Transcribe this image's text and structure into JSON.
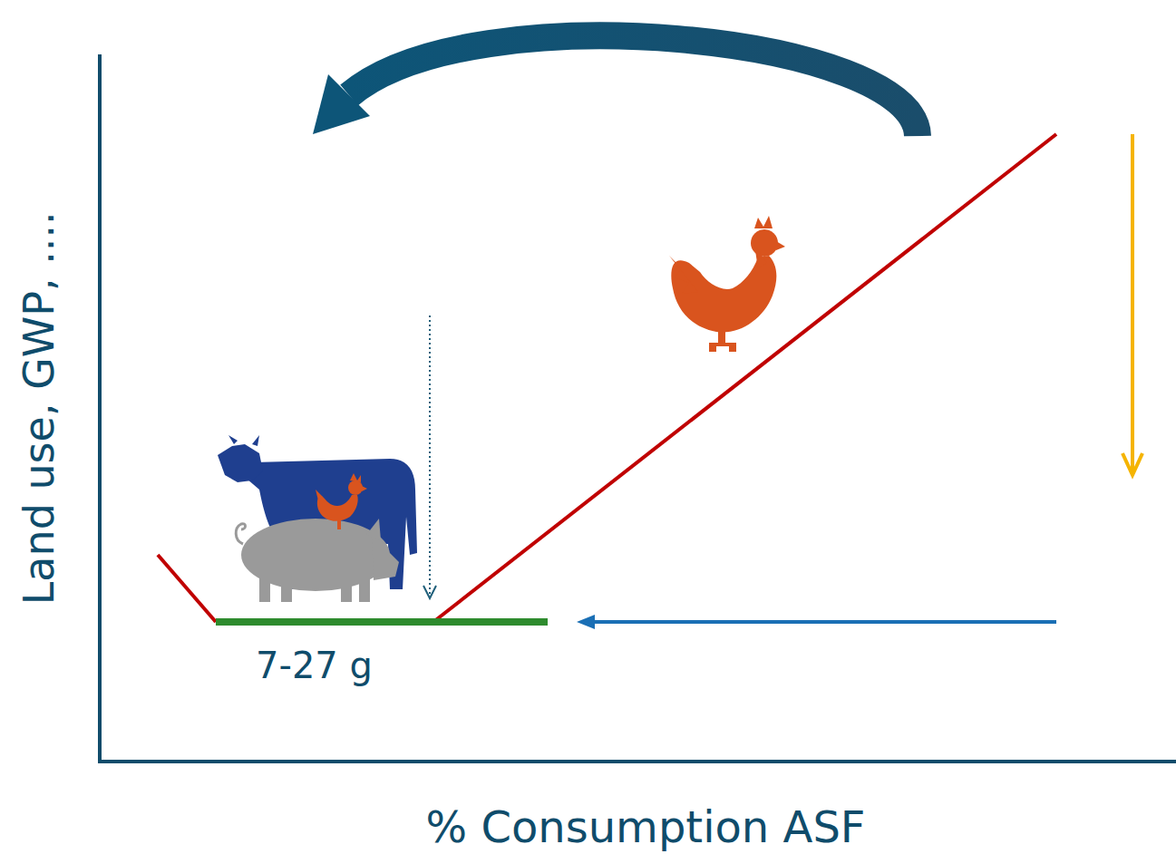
{
  "diagram": {
    "labels": [
      "Land use, GWP, ....",
      "7-27 g",
      "% Consumption ASF"
    ]
  }
}
